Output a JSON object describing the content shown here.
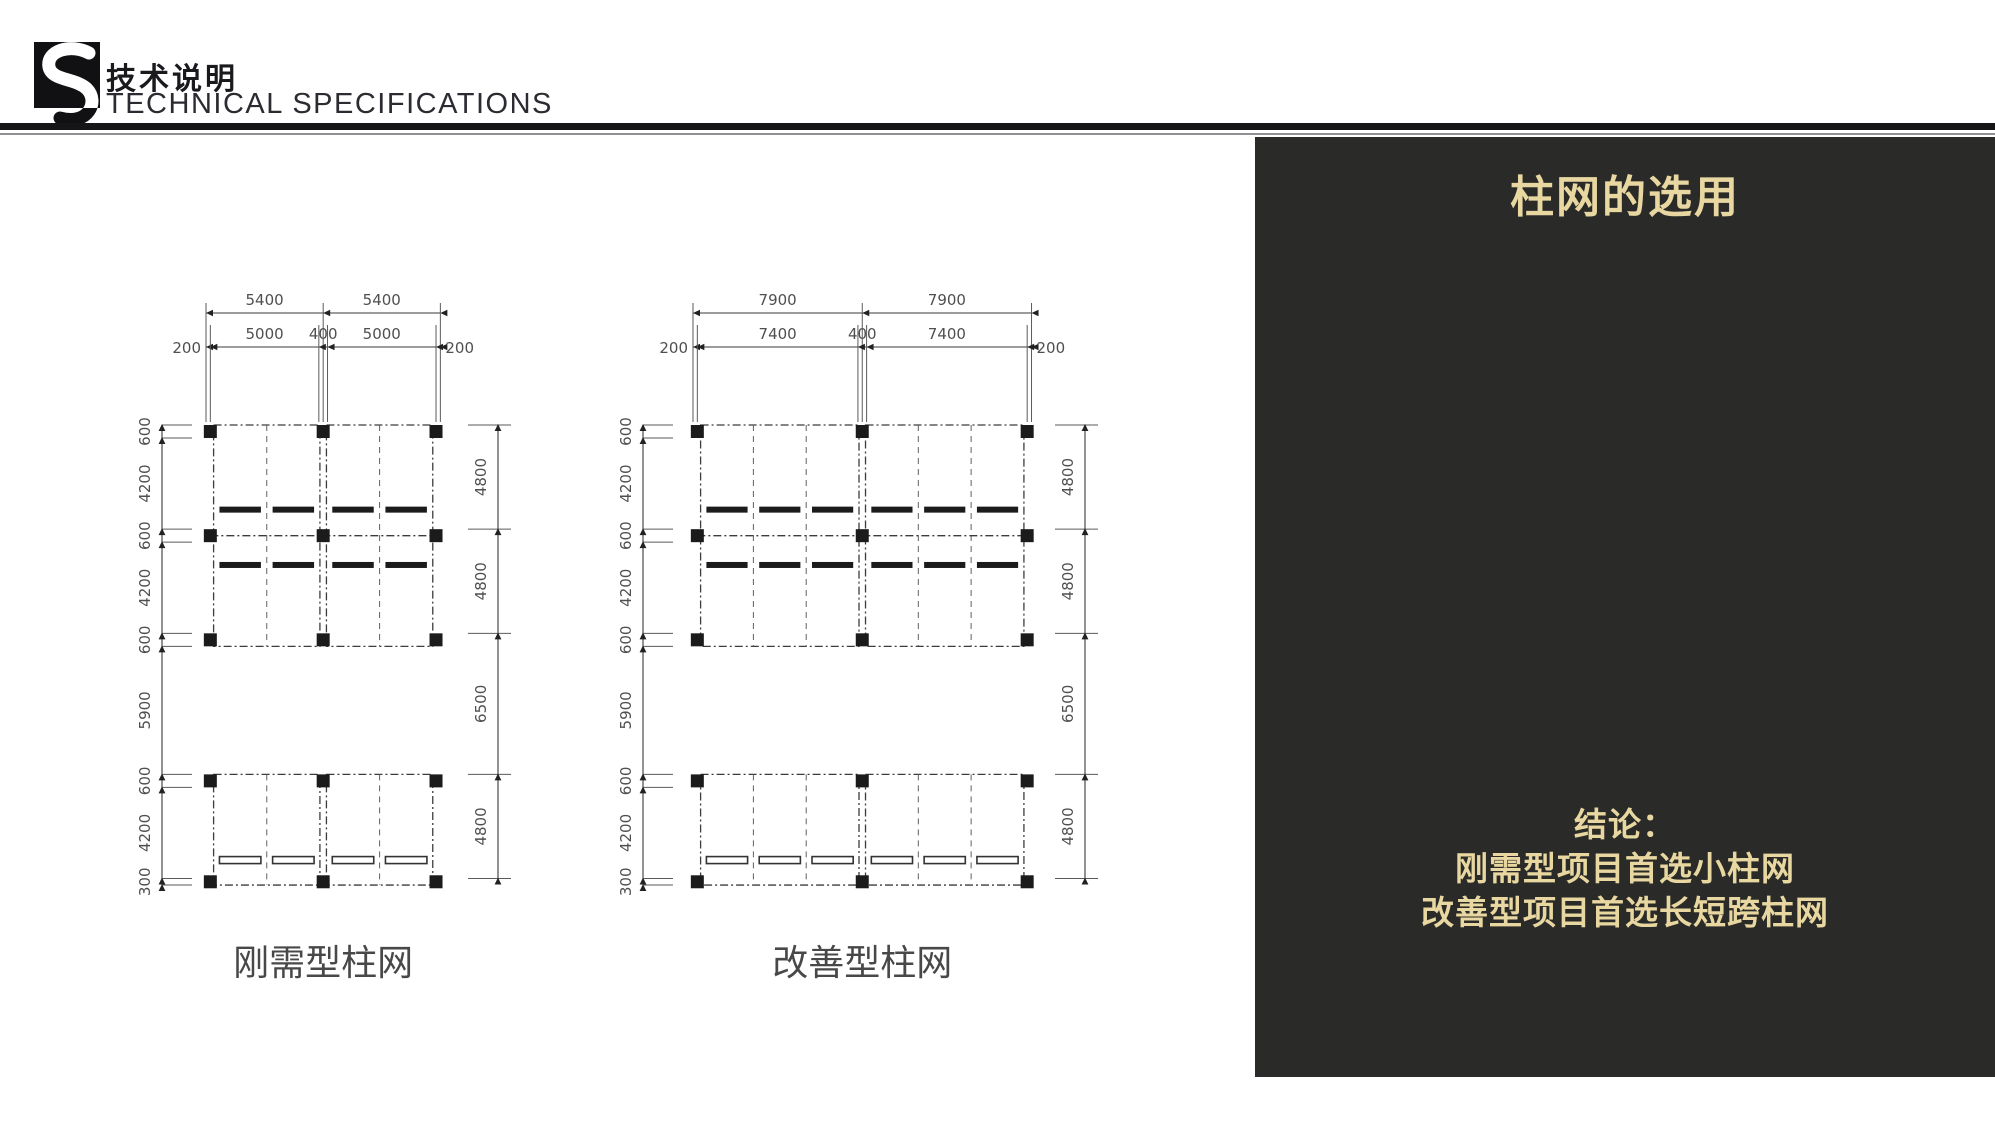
{
  "header": {
    "logo_letter": "S",
    "title_zh": "技术说明",
    "title_en": "TECHNICAL SPECIFICATIONS"
  },
  "panel": {
    "title": "柱网的选用",
    "conclusion": [
      "结论：",
      "刚需型项目首选小柱网",
      "改善型项目首选长短跨柱网"
    ],
    "bg_color": "#2a2a28",
    "accent_color": "#e8d7a0"
  },
  "diagrams": [
    {
      "id": "rigid",
      "caption": "刚需型柱网",
      "top_dims_row1": [
        "5400",
        "5400"
      ],
      "top_dims_row2": [
        "200",
        "5000",
        "400",
        "5000",
        "200"
      ],
      "left_dims": [
        "600",
        "4200",
        "600",
        "4200",
        "600",
        "5900",
        "600",
        "4200",
        "300"
      ],
      "right_dims": [
        "4800",
        "4800",
        "6500",
        "4800"
      ],
      "bays_per_block": 2
    },
    {
      "id": "improved",
      "caption": "改善型柱网",
      "top_dims_row1": [
        "7900",
        "7900"
      ],
      "top_dims_row2": [
        "200",
        "7400",
        "400",
        "7400",
        "200"
      ],
      "left_dims": [
        "600",
        "4200",
        "600",
        "4200",
        "600",
        "5900",
        "600",
        "4200",
        "300"
      ],
      "right_dims": [
        "4800",
        "4800",
        "6500",
        "4800"
      ],
      "bays_per_block": 3
    }
  ]
}
